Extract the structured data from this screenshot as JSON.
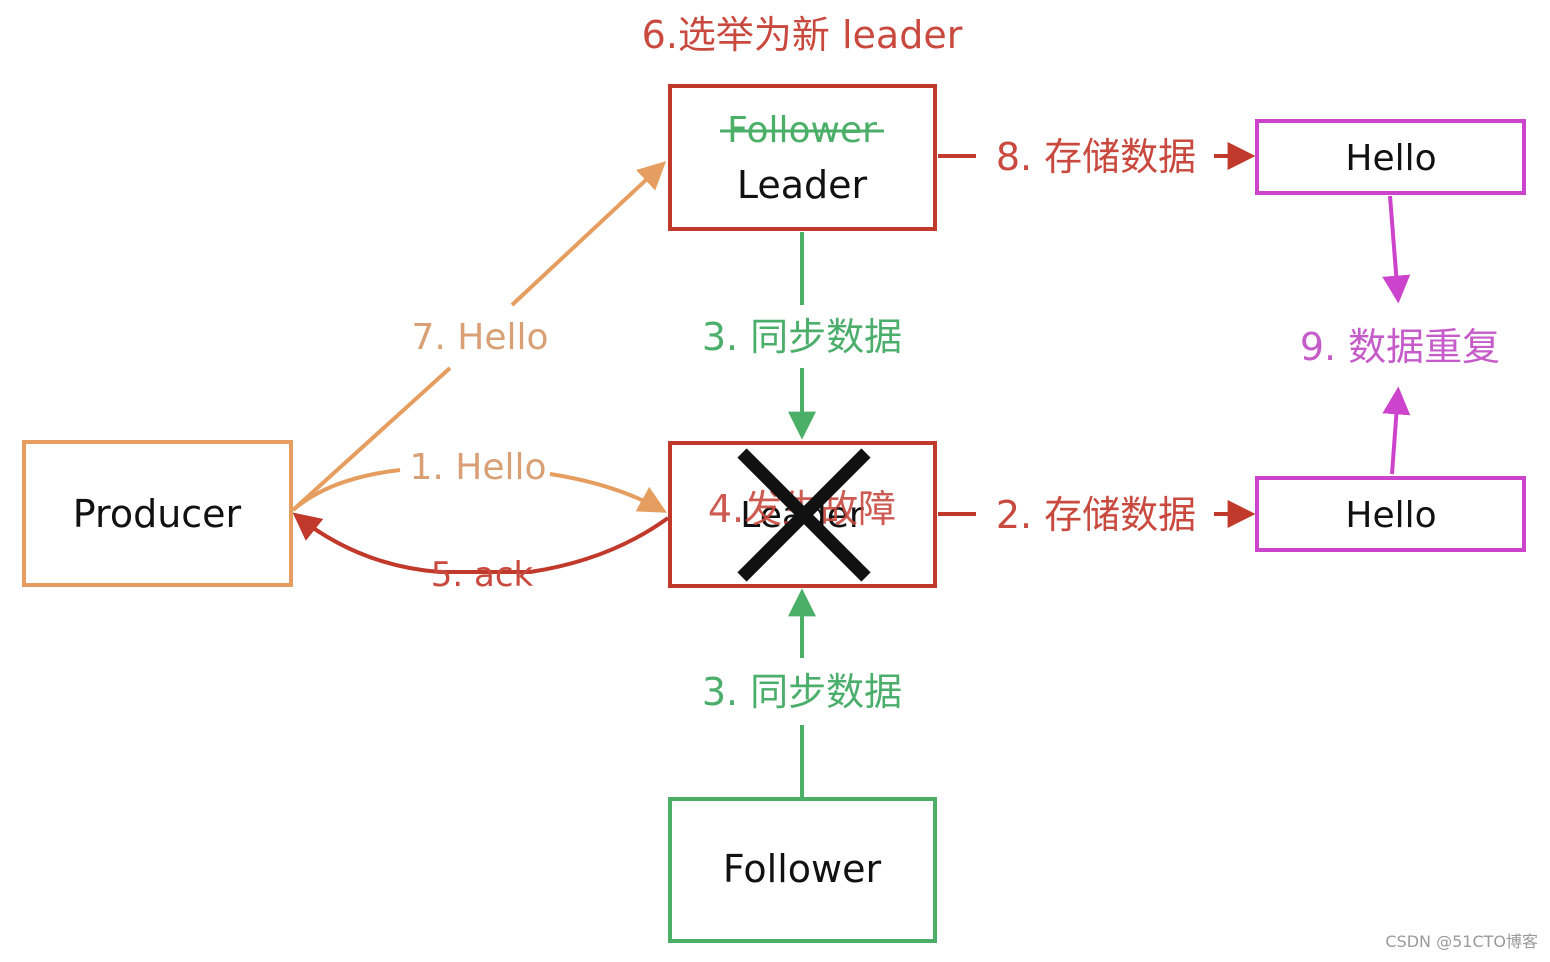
{
  "diagram": {
    "title": "6.选举为新 leader",
    "nodes": {
      "producer": "Producer",
      "new_leader_old_role": "Follower",
      "new_leader_role": "Leader",
      "failed_leader_role": "Leader",
      "follower": "Follower",
      "hello_top": "Hello",
      "hello_bottom": "Hello"
    },
    "edges": {
      "send_hello": "1. Hello",
      "store_data_2": "2. 存储数据",
      "sync_data_top": "3. 同步数据",
      "sync_data_bottom": "3. 同步数据",
      "failure": "4.发生故障",
      "ack": "5. ack",
      "resend_hello": "7. Hello",
      "store_data_8": "8. 存储数据",
      "duplicate": "9. 数据重复"
    },
    "colors": {
      "red": "#c0392b",
      "red_text": "#c9493e",
      "orange": "#e59e5f",
      "orange_text": "#d9a076",
      "green": "#4caf68",
      "green_text": "#4cae6b",
      "magenta": "#cc44cc",
      "magenta_text": "#c65cc9",
      "black": "#111111"
    }
  },
  "watermark": "CSDN @51CTO博客"
}
